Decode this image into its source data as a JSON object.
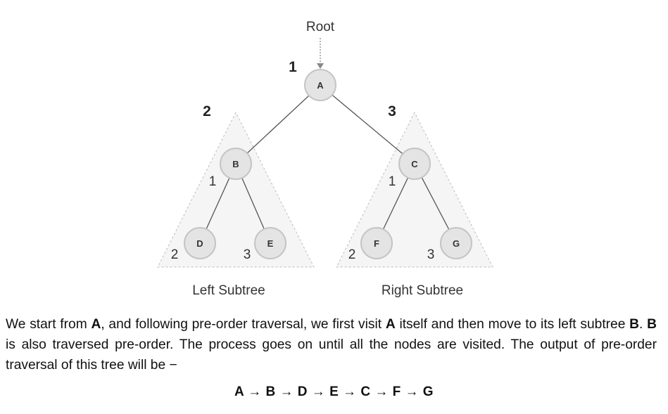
{
  "diagram": {
    "root_label": "Root",
    "captions": {
      "left": "Left Subtree",
      "right": "Right Subtree"
    },
    "nodes": {
      "A": "A",
      "B": "B",
      "C": "C",
      "D": "D",
      "E": "E",
      "F": "F",
      "G": "G"
    },
    "visit_order": {
      "a": "1",
      "left_subtree": "2",
      "right_subtree": "3",
      "b": "1",
      "d": "2",
      "e": "3",
      "c": "1",
      "f": "2",
      "g": "3"
    }
  },
  "paragraph": {
    "s1": "We start from ",
    "a": "A",
    "s2": ", and following pre-order traversal, we first visit ",
    "a2": "A",
    "s3": " itself and then move to its left subtree ",
    "b": "B",
    "s4": ". ",
    "b2": "B",
    "s5": " is also traversed pre-order. The process goes on until all the nodes are visited. The output of pre-order traversal of this tree will be −"
  },
  "output": "A → B → D → E → C → F → G"
}
